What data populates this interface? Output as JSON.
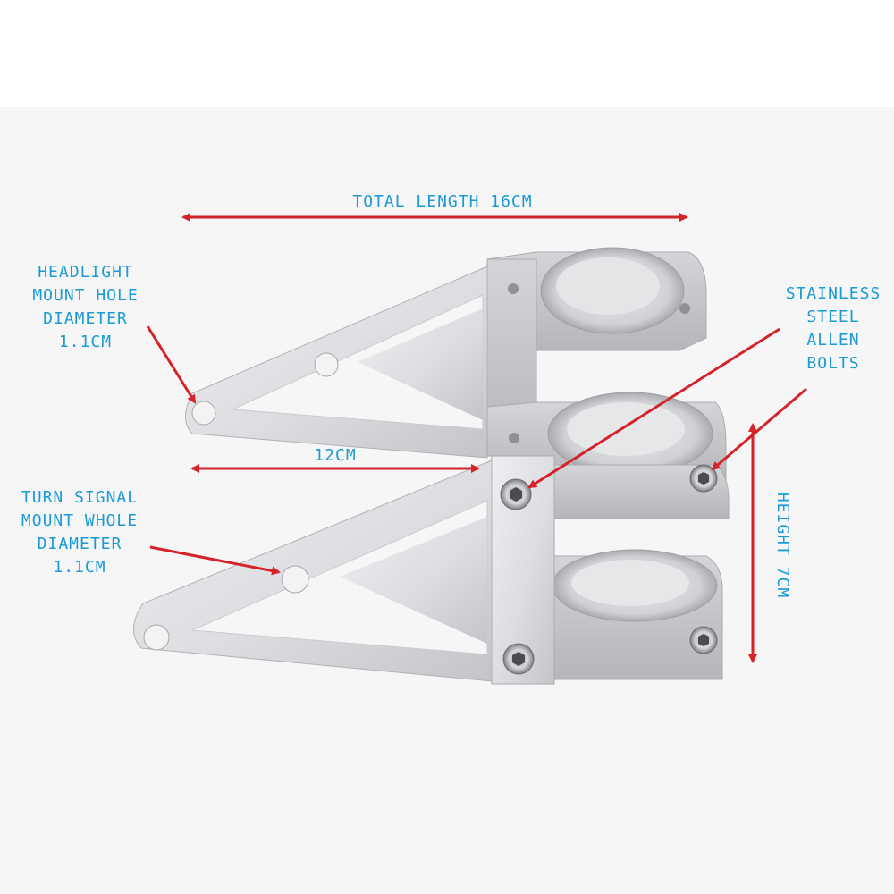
{
  "colors": {
    "label_text": "#1a9ad6",
    "arrow": "#d4232a",
    "metal_light": "#e4e5e7",
    "metal_dark": "#b7b9bd",
    "background_band": "#f5f5f5"
  },
  "dimensions": {
    "total_length": "TOTAL LENGTH 16CM",
    "arm_length": "12CM",
    "height": "HEIGHT 7CM"
  },
  "callouts": {
    "headlight_hole": [
      "HEADLIGHT",
      "MOUNT HOLE",
      "DIAMETER",
      "1.1CM"
    ],
    "turn_signal_hole": [
      "TURN SIGNAL",
      "MOUNT WHOLE",
      "DIAMETER",
      "1.1CM"
    ],
    "bolts": [
      "STAINLESS",
      "STEEL",
      "ALLEN",
      "BOLTS"
    ]
  },
  "icons": [
    "bracket-photo",
    "arrow-icon",
    "allen-bolt-icon"
  ]
}
